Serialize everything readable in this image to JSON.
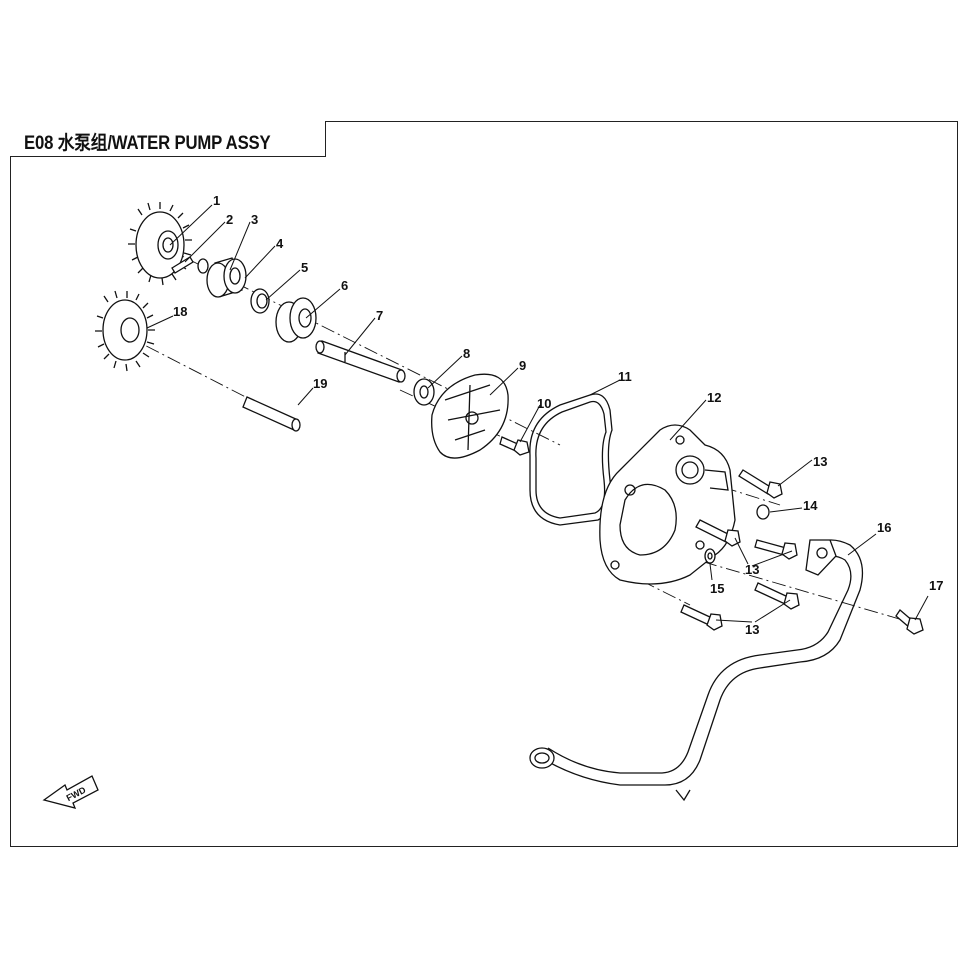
{
  "title": "E08 水泵组/WATER PUMP ASSY",
  "fwd_label": "FWD",
  "callouts": [
    {
      "id": "c1",
      "text": "1"
    },
    {
      "id": "c2",
      "text": "2"
    },
    {
      "id": "c3",
      "text": "3"
    },
    {
      "id": "c4",
      "text": "4"
    },
    {
      "id": "c5",
      "text": "5"
    },
    {
      "id": "c6",
      "text": "6"
    },
    {
      "id": "c7",
      "text": "7"
    },
    {
      "id": "c8",
      "text": "8"
    },
    {
      "id": "c9",
      "text": "9"
    },
    {
      "id": "c10",
      "text": "10"
    },
    {
      "id": "c11",
      "text": "11"
    },
    {
      "id": "c12",
      "text": "12"
    },
    {
      "id": "c13a",
      "text": "13"
    },
    {
      "id": "c13b",
      "text": "13"
    },
    {
      "id": "c13c",
      "text": "13"
    },
    {
      "id": "c14",
      "text": "14"
    },
    {
      "id": "c15",
      "text": "15"
    },
    {
      "id": "c16",
      "text": "16"
    },
    {
      "id": "c17",
      "text": "17"
    },
    {
      "id": "c18",
      "text": "18"
    },
    {
      "id": "c19",
      "text": "19"
    }
  ]
}
